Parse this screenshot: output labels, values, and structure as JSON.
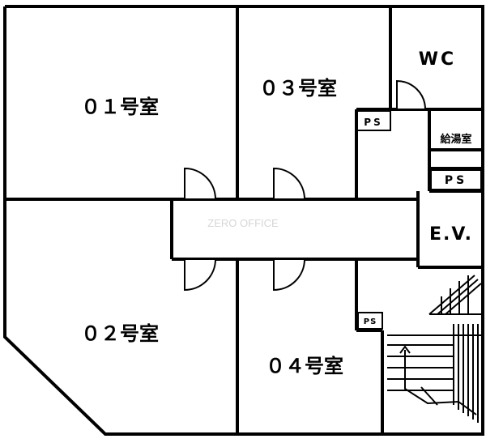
{
  "rooms": {
    "room_01": "０１号室",
    "room_02": "０２号室",
    "room_03": "０３号室",
    "room_04": "０４号室"
  },
  "facilities": {
    "wc": "WC",
    "kitchenette": "給湯室",
    "elevator": "E.V.",
    "ps_a": "PS",
    "ps_b": "PS",
    "ps_c": "PS"
  },
  "watermark": "ZERO OFFICE"
}
